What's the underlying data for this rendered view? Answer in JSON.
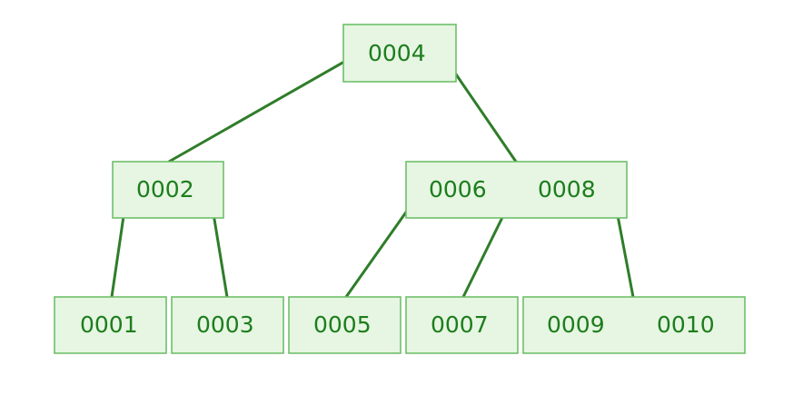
{
  "tree": {
    "root": {
      "keys": [
        "0004"
      ],
      "children": [
        {
          "keys": [
            "0002"
          ],
          "children": [
            {
              "keys": [
                "0001"
              ]
            },
            {
              "keys": [
                "0003"
              ]
            }
          ]
        },
        {
          "keys": [
            "0006",
            "0008"
          ],
          "children": [
            {
              "keys": [
                "0005"
              ]
            },
            {
              "keys": [
                "0007"
              ]
            },
            {
              "keys": [
                "0009",
                "0010"
              ]
            }
          ]
        }
      ]
    }
  },
  "colors": {
    "node_fill": "#e6f6e2",
    "node_border": "#6fbf6a",
    "key_text": "#1d7d1d",
    "edge": "#2f7d2a"
  }
}
